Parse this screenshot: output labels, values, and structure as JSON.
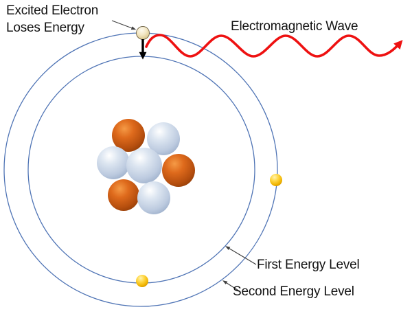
{
  "diagram": {
    "type": "atom-energy-level-diagram",
    "background_color": "#ffffff"
  },
  "labels": {
    "excited_electron_line1": "Excited Electron",
    "excited_electron_line2": "Loses Energy",
    "electromagnetic_wave": "Electromagnetic Wave",
    "first_energy_level": "First Energy Level",
    "second_energy_level": "Second Energy Level"
  },
  "colors": {
    "orbit_stroke": "#4f74b5",
    "wave_red": "#ee1111",
    "emission_arrow_black": "#000000",
    "annotation_arrow_gray": "#3f3f3f",
    "proton_orange": "#d2611a",
    "neutron_blue_gray": "#c3d0e2",
    "electron_gold": "#f5b800",
    "excited_electron_pale": "#f3e7c4",
    "label_text": "#121212"
  },
  "particles": {
    "orbit_count": 2,
    "nucleus_orange_spheres": 3,
    "nucleus_gray_spheres": 4,
    "orbiting_electrons": 2,
    "excited_electrons": 1
  },
  "icons": [
    "electromagnetic-wave-arrow-icon",
    "emission-down-arrow-icon",
    "annotation-arrow-icon"
  ]
}
